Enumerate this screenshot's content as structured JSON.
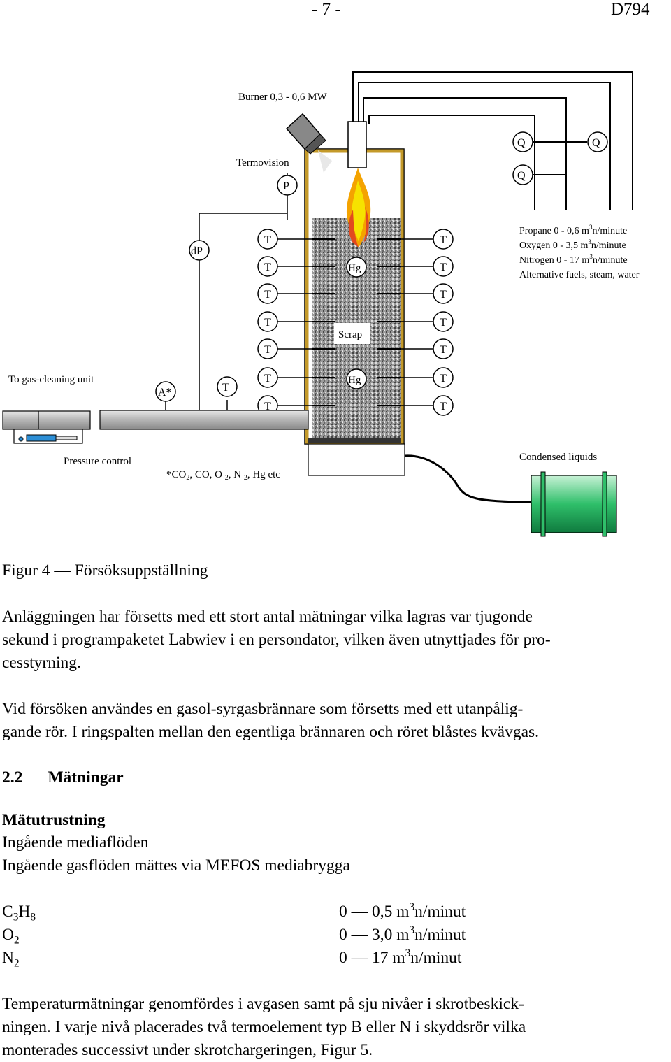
{
  "header": {
    "page_number": "- 7 -",
    "doc_id": "D794"
  },
  "diagram": {
    "burner": "Burner 0,3 - 0,6 MW",
    "termovision": "Termovision",
    "p_label": "P",
    "q_label": "Q",
    "dp_label": "dP",
    "t_label": "T",
    "hg_label": "Hg",
    "scrap_label": "Scrap",
    "analyzer_label": "A*",
    "gas_cleaning": "To gas-cleaning unit",
    "pressure_control": "Pressure control",
    "condensed_liquids": "Condensed liquids",
    "gases_note": {
      "p1": "*CO",
      "s1": "2",
      "p2": ", CO, O ",
      "s2": "2",
      "p3": ", N ",
      "s3": "2",
      "p4": ", Hg etc"
    },
    "flows": [
      {
        "pre": "Propane 0 - 0,6 m",
        "sup": "3",
        "post": "n/minute"
      },
      {
        "pre": "Oxygen 0 - 3,5 m",
        "sup": "3",
        "post": "n/minute"
      },
      {
        "pre": "Nitrogen 0 - 17 m",
        "sup": "3",
        "post": "n/minute"
      },
      {
        "pre": "Alternative fuels, steam, water",
        "sup": "",
        "post": ""
      }
    ]
  },
  "caption": "Figur 4 — Försöksuppställning",
  "paragraph1": [
    "Anläggningen har försetts med ett stort antal mätningar vilka lagras var tjugonde",
    "sekund i programpaketet Labwiev i en persondator, vilken även utnyttjades för pro-",
    "cesstyrning."
  ],
  "paragraph2": [
    "Vid försöken användes en gasol-syrgasbrännare som försetts med ett utanpålig-",
    "gande rör. I ringspalten mellan den egentliga brännaren och röret blåstes kvävgas."
  ],
  "section": {
    "number": "2.2",
    "title": "Mätningar"
  },
  "subsection": "Mätutrustning",
  "lines": [
    "Ingående mediaflöden",
    "Ingående gasflöden mättes via MEFOS mediabrygga"
  ],
  "gas_table": [
    {
      "el": "C",
      "s1": "3",
      "el2": "H",
      "s2": "8",
      "pre": "0 — 0,5 m",
      "sup": "3",
      "post": "n/minut"
    },
    {
      "el": "O",
      "s1": "2",
      "el2": "",
      "s2": "",
      "pre": "0 — 3,0 m",
      "sup": "3",
      "post": "n/minut"
    },
    {
      "el": "N",
      "s1": "2",
      "el2": "",
      "s2": "",
      "pre": "0 — 17 m",
      "sup": "3",
      "post": "n/minut"
    }
  ],
  "paragraph3": [
    "Temperaturmätningar genomfördes i avgasen samt på sju nivåer i skrotbeskick-",
    "ningen. I varje nivå placerades två termoelement typ B eller N i skyddsrör vilka",
    "monterades successivt under skrotchargeringen, Figur 5."
  ]
}
